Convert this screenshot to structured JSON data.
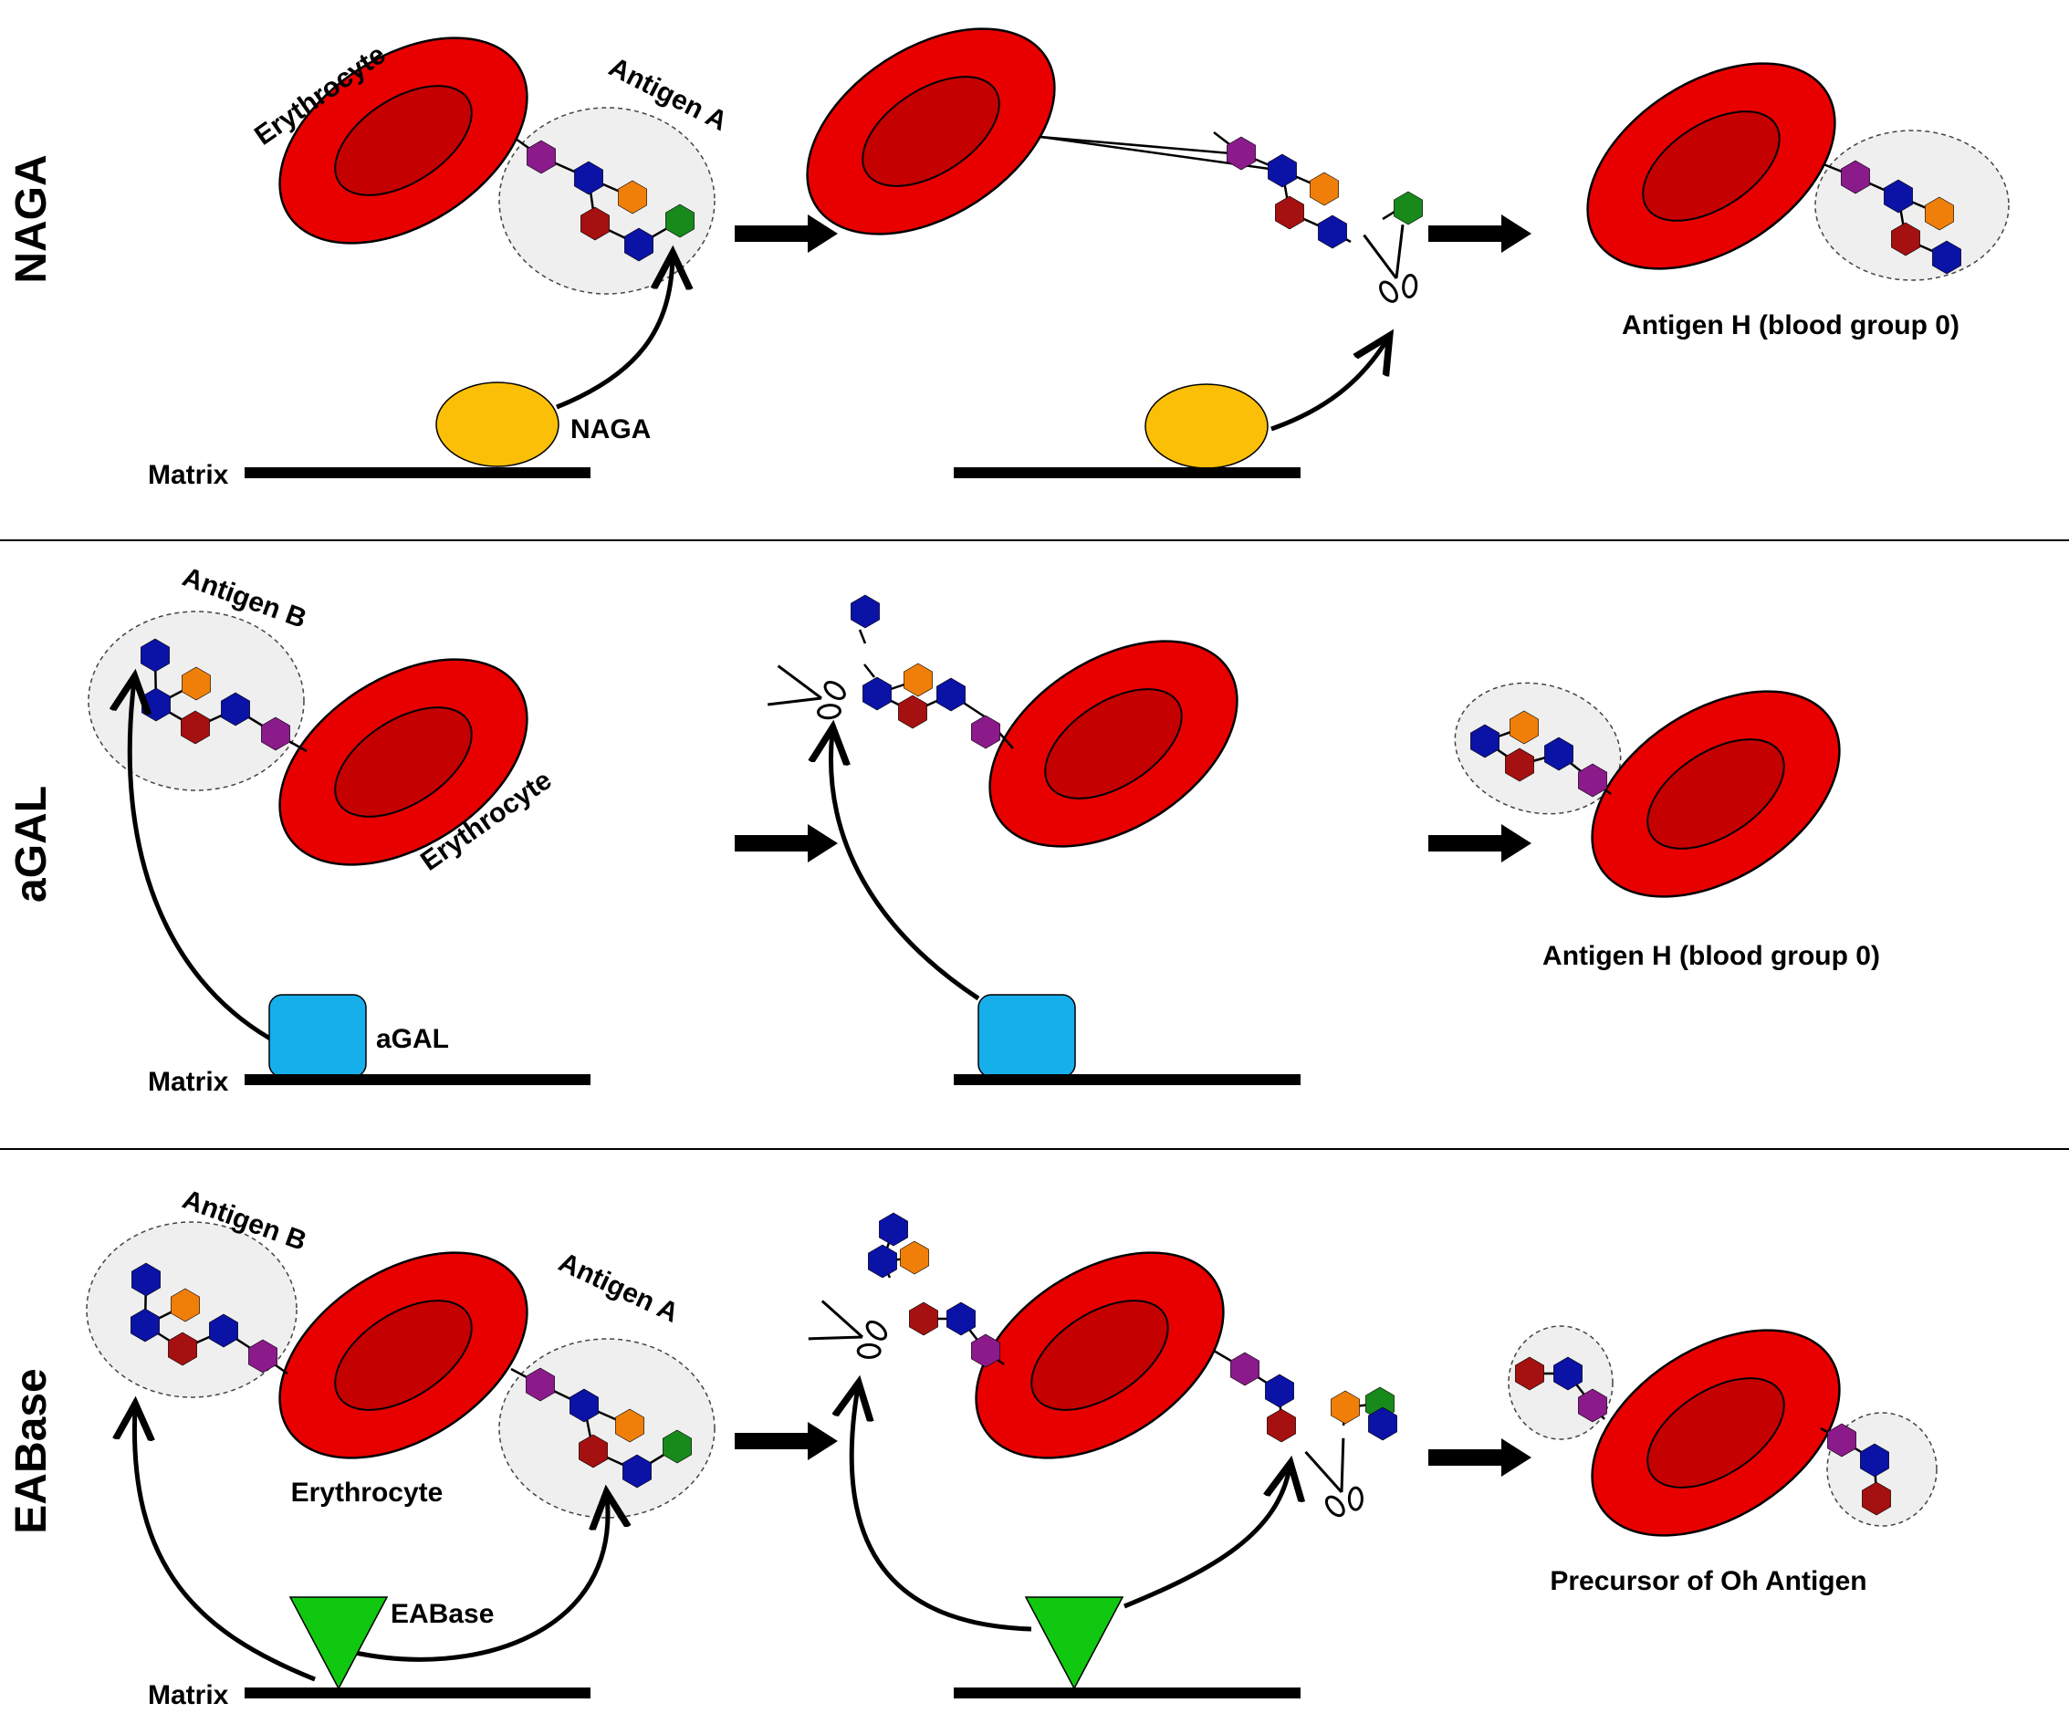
{
  "rows": [
    {
      "name": "NAGA",
      "labels": {
        "erythrocyte": "Erythrocyte",
        "antigen_a": "Antigen A",
        "enzyme": "NAGA",
        "matrix": "Matrix",
        "result": "Antigen H (blood group 0)"
      }
    },
    {
      "name": "aGAL",
      "labels": {
        "antigen_b": "Antigen B",
        "erythrocyte": "Erythrocyte",
        "enzyme": "aGAL",
        "matrix": "Matrix",
        "result": "Antigen H (blood group 0)"
      }
    },
    {
      "name": "EABase",
      "labels": {
        "antigen_b": "Antigen B",
        "antigen_a": "Antigen A",
        "erythrocyte": "Erythrocyte",
        "enzyme": "EABase",
        "matrix": "Matrix",
        "result": "Precursor of Oh Antigen"
      }
    }
  ],
  "colors": {
    "cell_outer": "#e80000",
    "cell_inner": "#c40000",
    "purple": "#8b1a8b",
    "blue": "#0b12a6",
    "darkred": "#a51010",
    "orange": "#f07f0a",
    "green": "#188a1c",
    "naga_enzyme": "#fbbf08",
    "agal_enzyme": "#17aeec",
    "eabase_enzyme": "#10c810",
    "antigen_bubble": "#efefef"
  },
  "icons": [
    "scissors-icon",
    "arrow-icon"
  ]
}
